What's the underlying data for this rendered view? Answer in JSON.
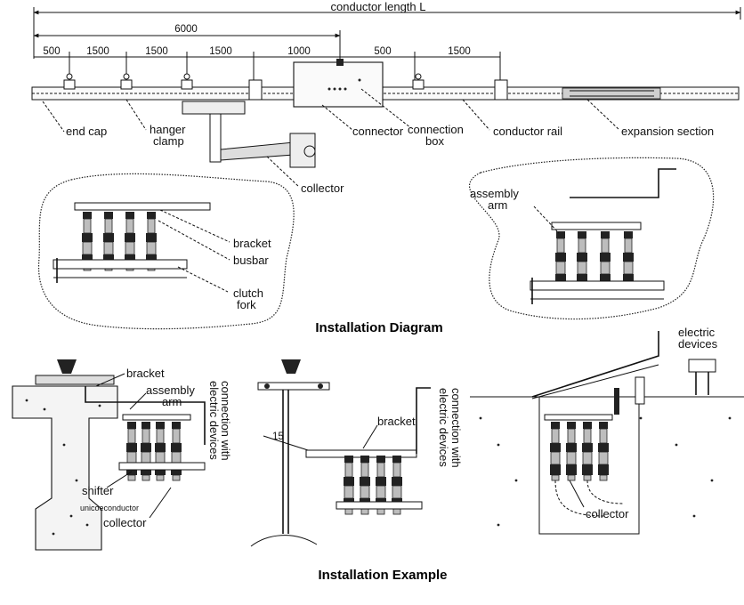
{
  "top": {
    "conductor_length": "conductor length L",
    "overall_dim": "6000",
    "dims": [
      "500",
      "1500",
      "1500",
      "1500",
      "1000",
      "500",
      "1500"
    ],
    "labels": {
      "end_cap": "end cap",
      "hanger_clamp_1": "hanger",
      "hanger_clamp_2": "clamp",
      "connector": "connector",
      "connection_box_1": "connection",
      "connection_box_2": "box",
      "conductor_rail": "conductor rail",
      "expansion_section": "expansion section",
      "collector": "collector"
    }
  },
  "diagram_left": {
    "bracket": "bracket",
    "busbar": "busbar",
    "clutch_fork_1": "clutch",
    "clutch_fork_2": "fork"
  },
  "diagram_right": {
    "assembly_arm_1": "assembly",
    "assembly_arm_2": "arm"
  },
  "installation_diagram_title": "Installation Diagram",
  "example_1": {
    "bracket": "bracket",
    "assembly_arm_1": "assembly",
    "assembly_arm_2": "arm",
    "connection_1": "connection with",
    "connection_2": "electric devices",
    "shifter": "shifter",
    "unicoeconductor": "unicoeconductor",
    "collector": "collector"
  },
  "example_2": {
    "angle": "15",
    "bracket": "bracket",
    "connection_1": "connection with",
    "connection_2": "electric devices"
  },
  "example_3": {
    "electric_devices_1": "electric",
    "electric_devices_2": "devices",
    "collector": "collector"
  },
  "installation_example_title": "Installation Example"
}
